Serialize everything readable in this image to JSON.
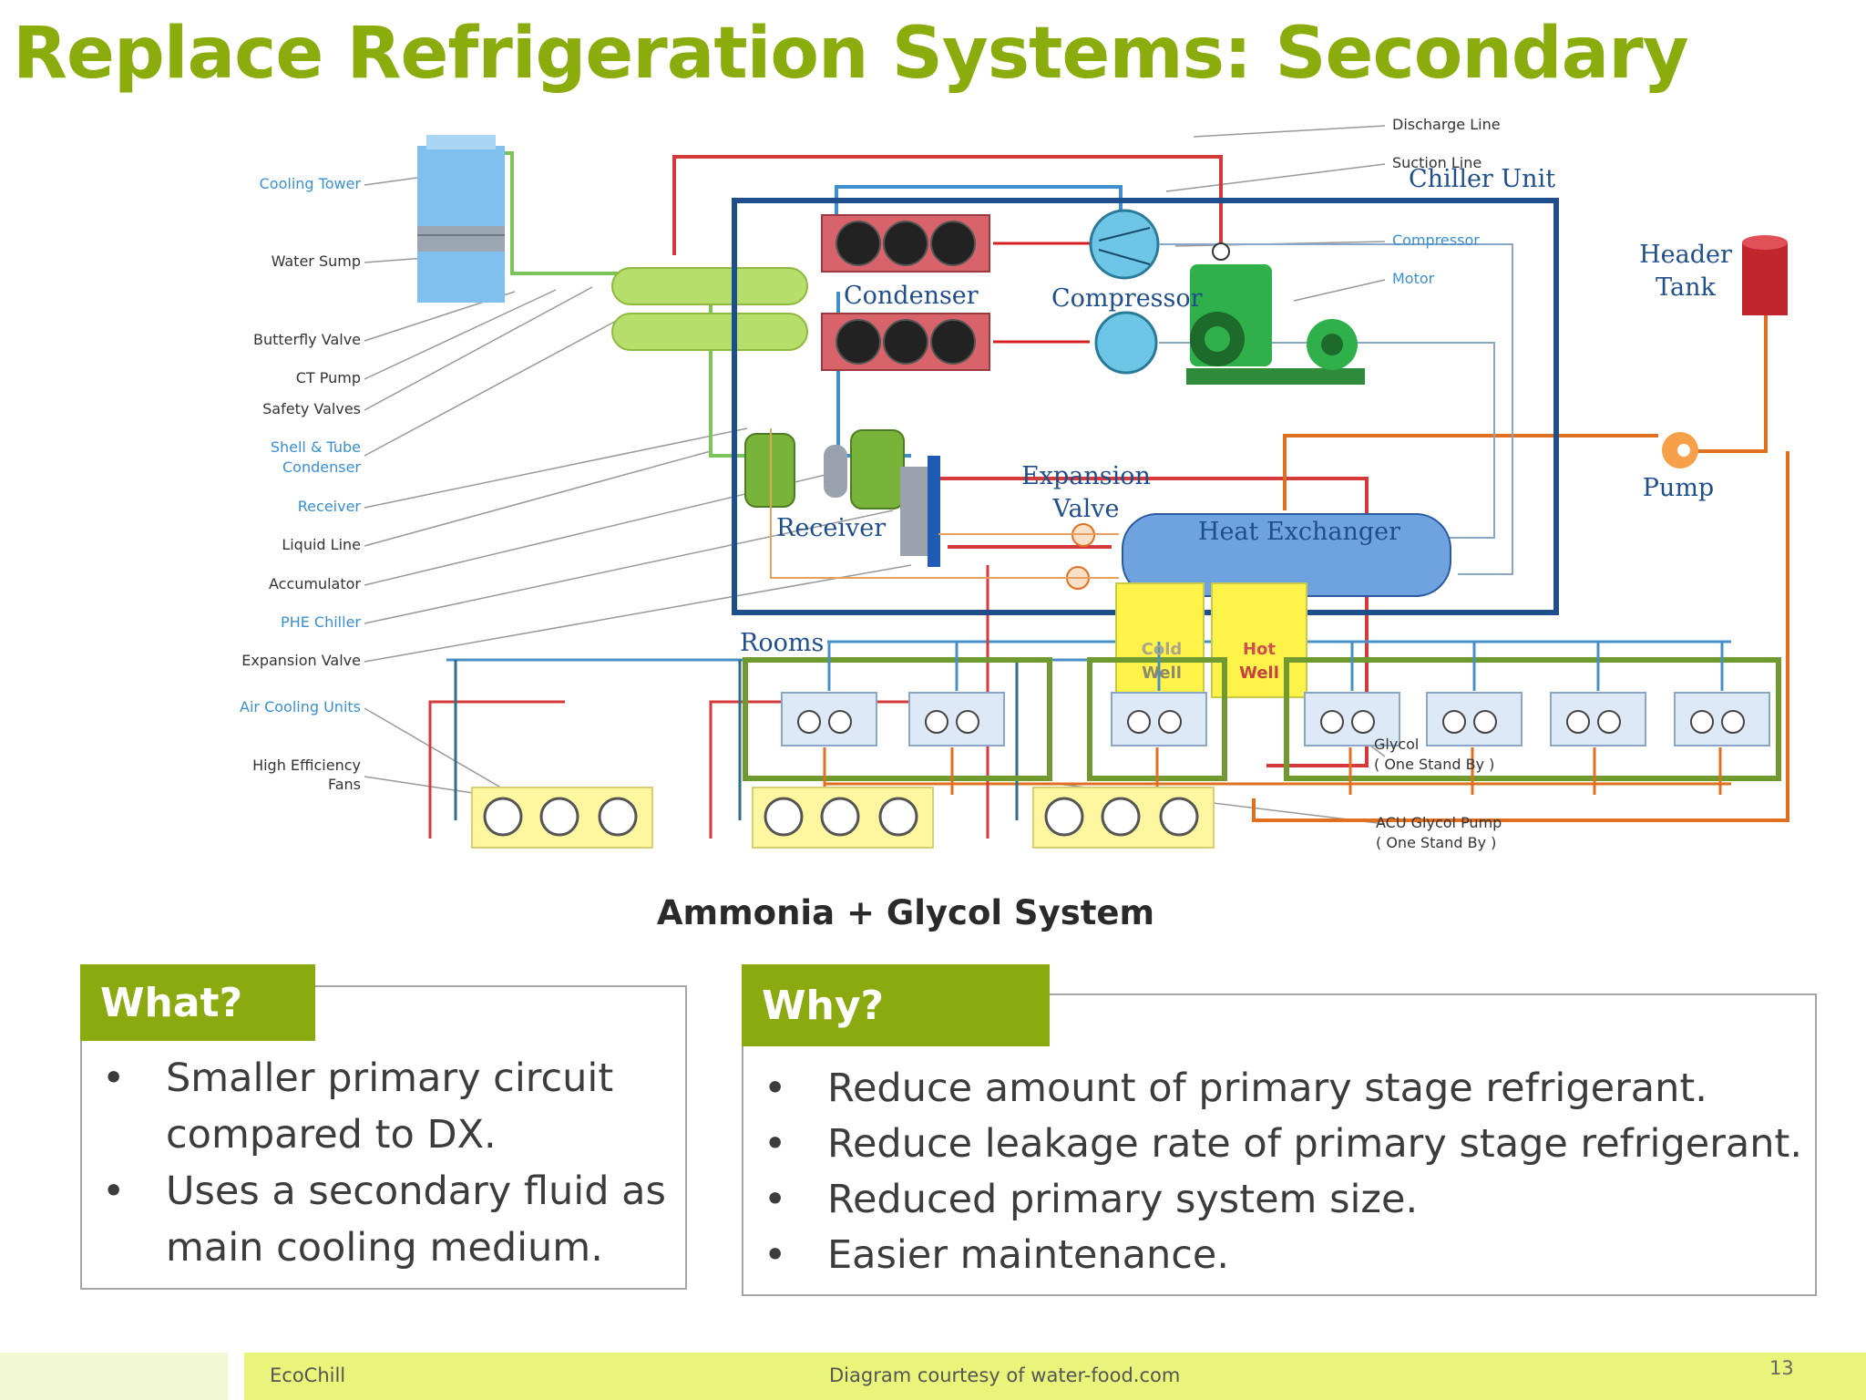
{
  "slide": {
    "title": "Replace Refrigeration Systems: Secondary",
    "page_number": "13"
  },
  "diagram": {
    "caption": "Ammonia + Glycol System",
    "left_labels": [
      "Cooling Tower",
      "Water Sump",
      "Butterfly Valve",
      "CT Pump",
      "Safety Valves",
      "Shell & Tube",
      "Condenser",
      "Receiver",
      "Liquid Line",
      "Accumulator",
      "PHE Chiller",
      "Expansion Valve",
      "Air Cooling Units",
      "High Efficiency",
      "Fans"
    ],
    "right_labels": [
      "Discharge Line",
      "Suction Line",
      "Compressor",
      "Motor",
      "Glycol",
      "( One Stand By )",
      "ACU Glycol Pump",
      "( One Stand By )"
    ],
    "overlay_labels": {
      "chiller_unit": "Chiller Unit",
      "condenser": "Condenser",
      "compressor": "Compressor",
      "receiver": "Receiver",
      "expansion_valve_1": "Expansion",
      "expansion_valve_2": "Valve",
      "heat_exchanger": "Heat Exchanger",
      "header_tank_1": "Header",
      "header_tank_2": "Tank",
      "pump": "Pump",
      "rooms": "Rooms",
      "cold_well_1": "Cold",
      "cold_well_2": "Well",
      "hot_well_1": "Hot",
      "hot_well_2": "Well"
    },
    "colors": {
      "chiller_box": "#1f4e8c",
      "rooms_box": "#6f9a30",
      "glycol_line": "#e07020",
      "blue_line": "#4a90c8",
      "red_line": "#d03030"
    }
  },
  "what": {
    "heading": "What?",
    "bullets": [
      {
        "line1": "Smaller primary  circuit",
        "line2": "compared to DX."
      },
      {
        "line1": "Uses a secondary fluid as",
        "line2": "main cooling medium."
      }
    ]
  },
  "why": {
    "heading": "Why?",
    "bullets": [
      "Reduce amount of primary stage refrigerant.",
      "Reduce leakage rate of primary stage refrigerant.",
      "Reduced primary system size.",
      "Easier maintenance."
    ]
  },
  "footer": {
    "left": "EcoChill",
    "center": "Diagram courtesy of water-food.com"
  }
}
